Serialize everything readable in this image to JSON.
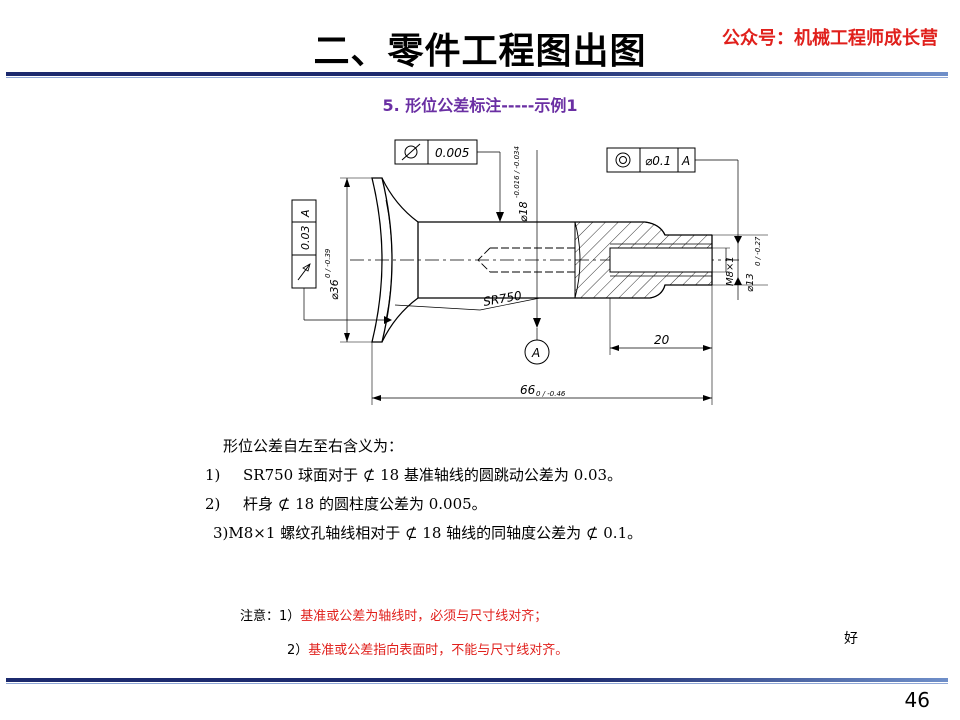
{
  "header": {
    "title": "二、零件工程图出图",
    "watermark": "公众号：机械工程师成长营"
  },
  "subtitle": "5. 形位公差标注-----示例1",
  "drawing": {
    "fcf_top_left": {
      "symbol": "cylindricity",
      "value": "0.005"
    },
    "fcf_top_right": {
      "symbol": "concentricity",
      "value": "⌀0.1",
      "datum": "A"
    },
    "fcf_left": {
      "symbol": "circular-runout",
      "value": "0.03",
      "datum": "A"
    },
    "dim_shank": "⌀18",
    "dim_shank_tol": "-0.016 / -0.034",
    "dim_head": "⌀36",
    "dim_head_tol": "0 / -0.39",
    "dim_radius": "SR750",
    "dim_thread": "M8×1",
    "dim_tip": "⌀13",
    "dim_tip_tol": "0 / -0.27",
    "dim_thread_len": "20",
    "dim_length": "66",
    "dim_length_tol": "0 / -0.46",
    "datum_label": "A"
  },
  "description": {
    "heading": "形位公差自左至右含义为：",
    "items": [
      {
        "num": "1)",
        "text": "SR750 球面对于 ⊄ 18 基准轴线的圆跳动公差为 0.03。"
      },
      {
        "num": "2)",
        "text": "杆身 ⊄ 18 的圆柱度公差为 0.005。"
      },
      {
        "num": "3)",
        "text": "M8×1 螺纹孔轴线相对于 ⊄ 18 轴线的同轴度公差为 ⊄ 0.1。"
      }
    ]
  },
  "notes": {
    "prefix": "注意：1）",
    "line1": "基准或公差为轴线时，必须与尺寸线对齐；",
    "line2_prefix": "2）",
    "line2": "基准或公差指向表面时，不能与尺寸线对齐。"
  },
  "stray_char": "好",
  "page_number": "46"
}
